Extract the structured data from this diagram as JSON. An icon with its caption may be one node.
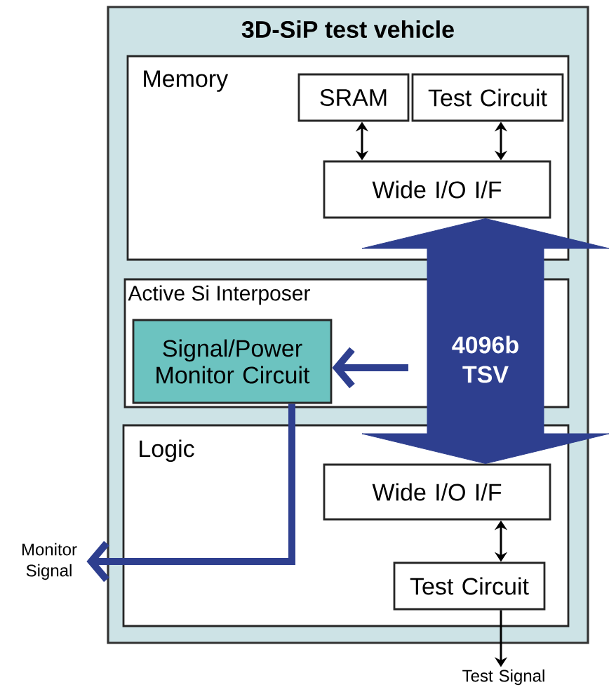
{
  "diagram": {
    "nodes": [
      {
        "text": [
          "3D-SiP test vehicle"
        ]
      },
      {
        "text": [
          "Memory"
        ],
        "in": 0
      },
      {
        "text": [
          "SRAM"
        ],
        "in": 1
      },
      {
        "text": [
          "Test Circuit"
        ],
        "in": 1
      },
      {
        "text": [
          "Wide I/O I/F"
        ],
        "in": 1
      },
      {
        "text": [
          "Active Si Interposer"
        ],
        "in": 0
      },
      {
        "text": [
          "Signal/Power Monitor Circuit"
        ],
        "in": 5
      },
      {
        "text": [
          "Logic"
        ],
        "in": 0
      },
      {
        "text": [
          "Wide I/O I/F"
        ],
        "in": 7
      },
      {
        "text": [
          "Test Circuit"
        ],
        "in": 7
      },
      {
        "text": [
          "Monitor Signal"
        ]
      },
      {
        "text": [
          "Test Signal"
        ]
      }
    ],
    "edges": [
      {
        "from": 2,
        "to": 4,
        "arrow": "both"
      },
      {
        "from": 3,
        "to": 4,
        "arrow": "both"
      },
      {
        "from": 4,
        "to": 8,
        "arrow": "both",
        "label": "4096b TSV",
        "style": "thick",
        "color": "#2e3f8f"
      },
      {
        "from": null,
        "to": 6,
        "arrow": "to",
        "style": "thick",
        "color": "#2e3f8f"
      },
      {
        "from": 6,
        "to": 10,
        "arrow": "to",
        "style": "thick",
        "color": "#2e3f8f"
      },
      {
        "from": 8,
        "to": 9,
        "arrow": "both"
      },
      {
        "from": 9,
        "to": 11,
        "arrow": "to"
      }
    ]
  }
}
